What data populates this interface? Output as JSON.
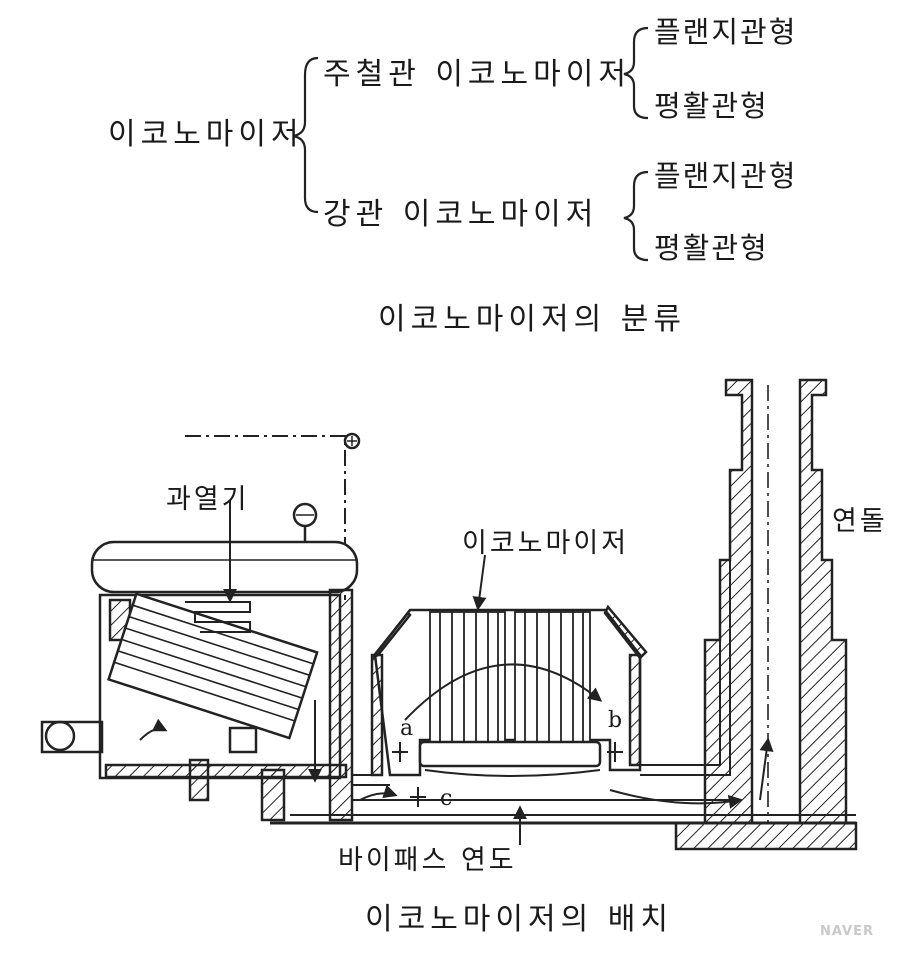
{
  "classification": {
    "root": "이코노마이저",
    "branches": [
      {
        "label": "주철관 이코노마이저",
        "types": [
          "플랜지관형",
          "평활관형"
        ]
      },
      {
        "label": "강관 이코노마이저",
        "types": [
          "플랜지관형",
          "평활관형"
        ]
      }
    ],
    "caption": "이코노마이저의 분류"
  },
  "layout_diagram": {
    "labels": {
      "superheater": "과열기",
      "economizer": "이코노마이저",
      "chimney": "연돌",
      "bypass_flue": "바이패스 연도",
      "point_a": "a",
      "point_b": "b",
      "point_c": "c"
    },
    "caption": "이코노마이저의 배치"
  },
  "watermark": "NAVER"
}
